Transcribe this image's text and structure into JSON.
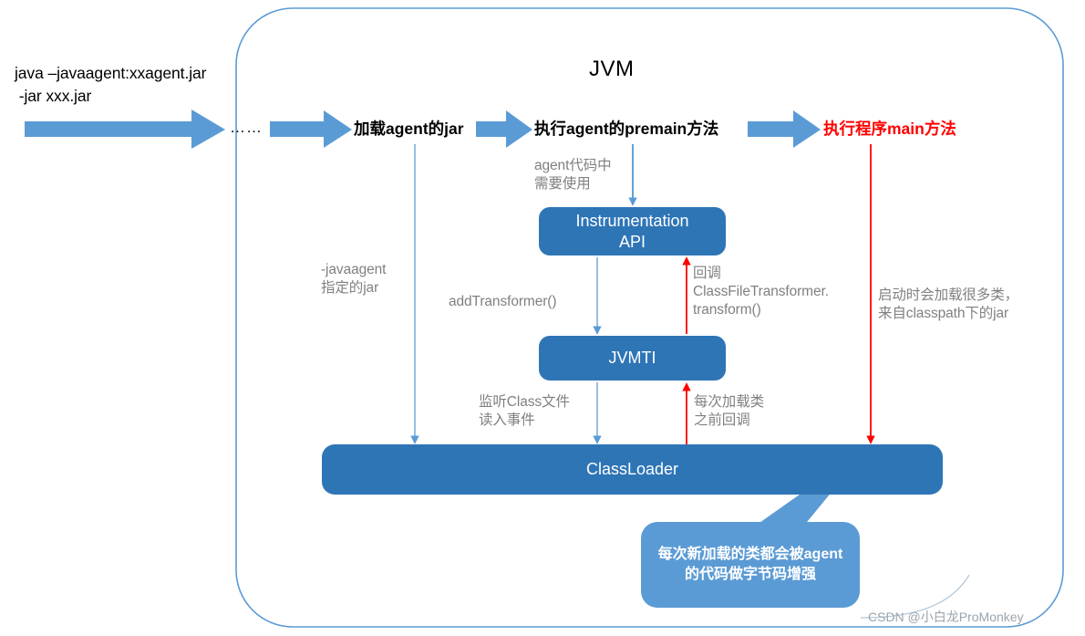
{
  "diagram": {
    "title": "JVM",
    "command": "java –javaagent:xxagent.jar\n -jar xxx.jar",
    "ellipsis": "……",
    "colors": {
      "box_fill": "#2E75B6",
      "arrow_fill": "#5B9BD5",
      "callout_fill": "#5B9BD5",
      "container_border": "#5B9BD5",
      "highlight_red": "#FF0000",
      "note_gray": "#808080"
    },
    "flow_steps": [
      {
        "label": "加载agent的jar",
        "color": "black"
      },
      {
        "label": "执行agent的premain方法",
        "color": "black"
      },
      {
        "label": "执行程序main方法",
        "color": "red"
      }
    ],
    "boxes": {
      "instrumentation": "Instrumentation\nAPI",
      "jvmti": "JVMTI",
      "classloader": "ClassLoader"
    },
    "notes": {
      "agent_code_use": "agent代码中\n需要使用",
      "javaagent_jar": "-javaagent\n指定的jar",
      "add_transformer": "addTransformer()",
      "callback_transform": "回调\nClassFileTransformer.\ntransform()",
      "startup_many_classes": "启动时会加载很多类，\n来自classpath下的jar",
      "listen_class_file": "监听Class文件\n读入事件",
      "before_each_load": "每次加载类\n之前回调"
    },
    "callout": "每次新加载的类都会被agent的代码做字节码增强",
    "watermark": "CSDN @小白龙ProMonkey"
  }
}
